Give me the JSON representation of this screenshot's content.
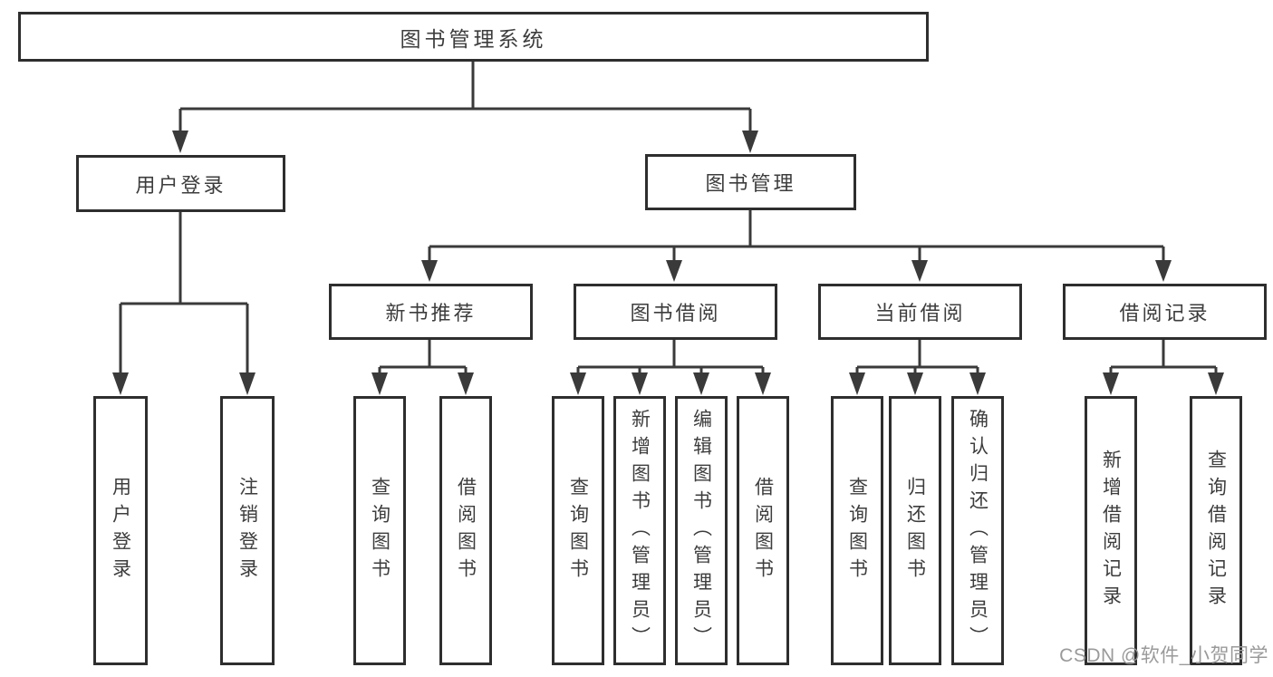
{
  "diagram": {
    "root": {
      "label": "图书管理系统"
    },
    "branches": [
      {
        "label": "用户登录",
        "children": [
          {
            "label": "用户登录"
          },
          {
            "label": "注销登录"
          }
        ]
      },
      {
        "label": "图书管理",
        "children": [
          {
            "label": "新书推荐",
            "children": [
              {
                "label": "查询图书"
              },
              {
                "label": "借阅图书"
              }
            ]
          },
          {
            "label": "图书借阅",
            "children": [
              {
                "label": "查询图书"
              },
              {
                "label": "新增图书（管理员）"
              },
              {
                "label": "编辑图书（管理员）"
              },
              {
                "label": "借阅图书"
              }
            ]
          },
          {
            "label": "当前借阅",
            "children": [
              {
                "label": "查询图书"
              },
              {
                "label": "归还图书"
              },
              {
                "label": "确认归还（管理员）"
              }
            ]
          },
          {
            "label": "借阅记录",
            "children": [
              {
                "label": "新增借阅记录"
              },
              {
                "label": "查询借阅记录"
              }
            ]
          }
        ]
      }
    ]
  },
  "watermark": {
    "text": "CSDN @软件_小贺同学"
  },
  "colors": {
    "background": "#ffffff",
    "line": "#3a3a3a",
    "box_border": "#2e2e2e",
    "text": "#3d3d3d",
    "watermark": "#9a9a9a"
  }
}
